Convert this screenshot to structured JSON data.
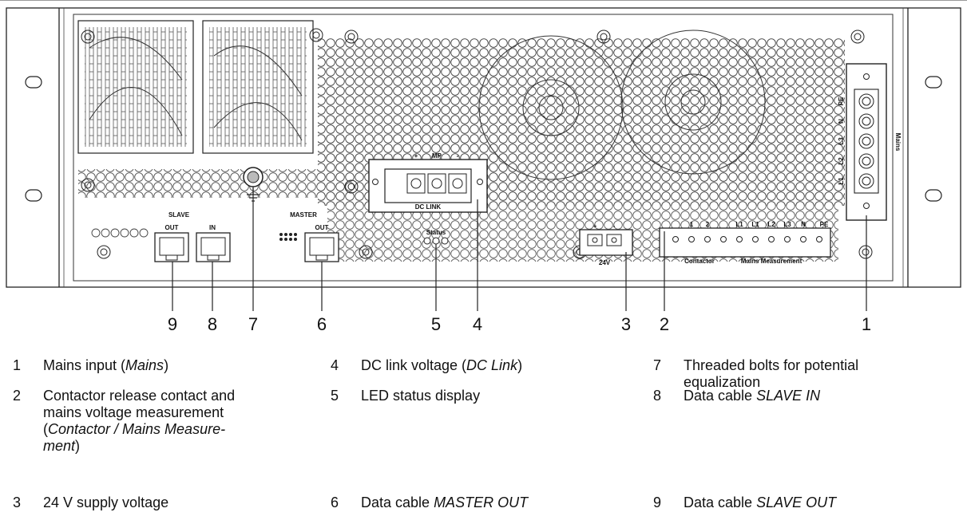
{
  "panel": {
    "labels": {
      "slave": "SLAVE",
      "master": "MASTER",
      "slave_out": "OUT",
      "slave_in": "IN",
      "master_out": "OUT",
      "status": "Status",
      "dc_plus": "+",
      "dc_mp": "MP",
      "dc_minus": "-",
      "dc_link": "DC LINK",
      "v24_plus": "+",
      "v24_minus": "-",
      "v24": "24V",
      "t1": "1",
      "t2": "2",
      "tL1a": "L1",
      "tL1b": "L1",
      "tL2": "L2",
      "tL3": "L3",
      "tN": "N",
      "tPE": "PE",
      "contactor": "Contactor",
      "mains_measurement": "Mains Measurement",
      "mains_PE": "PE",
      "mains_N": "N",
      "mains_L3": "L3",
      "mains_L2": "L2",
      "mains_L1": "L1",
      "mains": "Mains"
    }
  },
  "callouts": [
    {
      "num": "9"
    },
    {
      "num": "8"
    },
    {
      "num": "7"
    },
    {
      "num": "6"
    },
    {
      "num": "5"
    },
    {
      "num": "4"
    },
    {
      "num": "3"
    },
    {
      "num": "2"
    },
    {
      "num": "1"
    }
  ],
  "legend": [
    {
      "num": "1",
      "pre": "Mains input (",
      "em": "Mains",
      "post": ")",
      "cont": ""
    },
    {
      "num": "2",
      "pre": "Contactor release contact and",
      "l2": "mains voltage measurement",
      "l3": "(",
      "em": "Contactor / Mains Measure-",
      "l4": "ment",
      "post": ")"
    },
    {
      "num": "3",
      "pre": "24 V supply voltage"
    },
    {
      "num": "4",
      "pre": "DC link voltage (",
      "em": "DC Link",
      "post": ")"
    },
    {
      "num": "5",
      "pre": "LED status display"
    },
    {
      "num": "6",
      "pre": "Data cable ",
      "em": "MASTER OUT"
    },
    {
      "num": "7",
      "pre": "Threaded bolts for potential",
      "l2": "equalization"
    },
    {
      "num": "8",
      "pre": "Data cable ",
      "em": "SLAVE IN"
    },
    {
      "num": "9",
      "pre": "Data cable ",
      "em": "SLAVE OUT"
    }
  ]
}
